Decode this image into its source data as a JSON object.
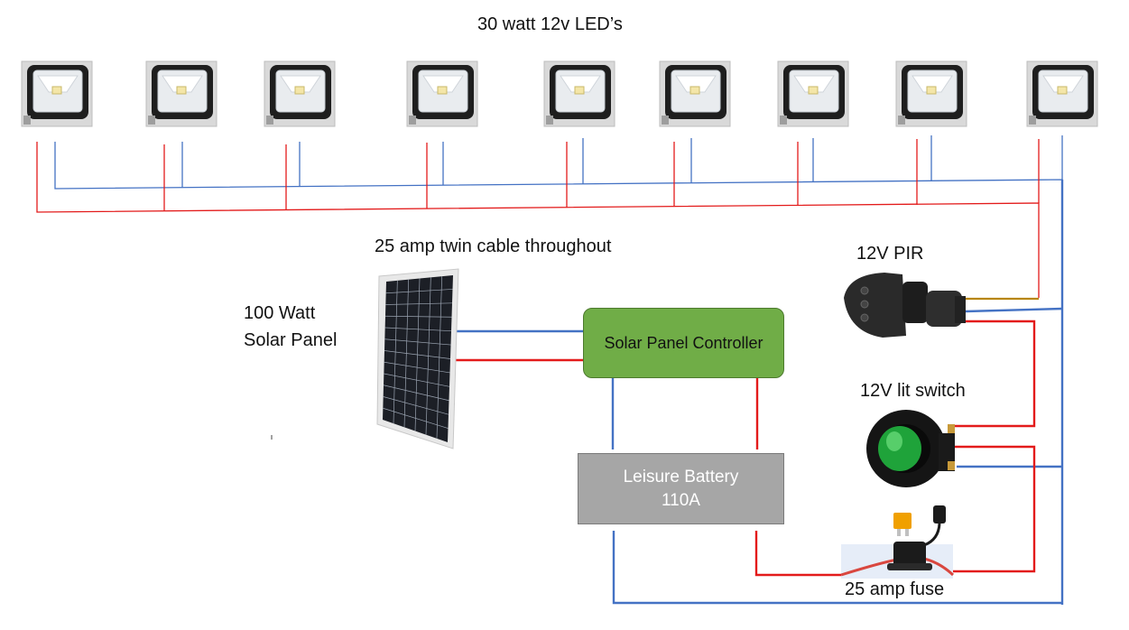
{
  "title": "30 watt 12v LED’s",
  "cable_note": "25 amp twin cable throughout",
  "solar_panel": {
    "line1": "100 Watt",
    "line2": "Solar Panel"
  },
  "controller": {
    "label": "Solar Panel Controller"
  },
  "battery": {
    "line1": "Leisure Battery",
    "line2": "110A"
  },
  "pir": {
    "label": "12V PIR"
  },
  "switch": {
    "label": "12V lit switch"
  },
  "fuse": {
    "label": "25 amp fuse"
  },
  "led_count": 9,
  "colors": {
    "positive_wire": "#e31b1b",
    "negative_wire": "#4472c4",
    "pir_wire": "#b8860b",
    "controller_fill": "#70ad47",
    "battery_fill": "#a6a6a6",
    "switch_led": "#1fa33a"
  }
}
